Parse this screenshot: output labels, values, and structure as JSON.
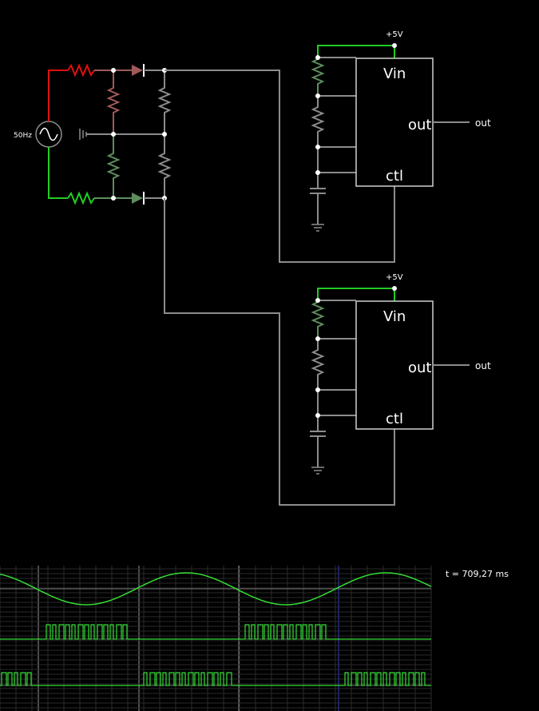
{
  "circuit": {
    "source_label": "50Hz",
    "supply_label": "+5V",
    "chip_pins": {
      "vin": "Vin",
      "out": "out",
      "ctl": "ctl"
    },
    "output_label": "out",
    "chips": [
      {
        "id": "top"
      },
      {
        "id": "bottom"
      }
    ]
  },
  "scope": {
    "time_readout": "t = 709,27 ms",
    "trace_color": "#33dd33",
    "traces": [
      {
        "kind": "sine"
      },
      {
        "kind": "pulse-burst"
      },
      {
        "kind": "pulse-burst"
      }
    ]
  },
  "colors": {
    "wire": "#8c8c8c",
    "hot": "#e01010",
    "live_green": "#22cc22",
    "pale_red": "#a05a5a",
    "pale_green": "#5e8e5e",
    "grid": "#4a4a4a",
    "cursor": "#3344cc",
    "text": "#ffffff"
  }
}
